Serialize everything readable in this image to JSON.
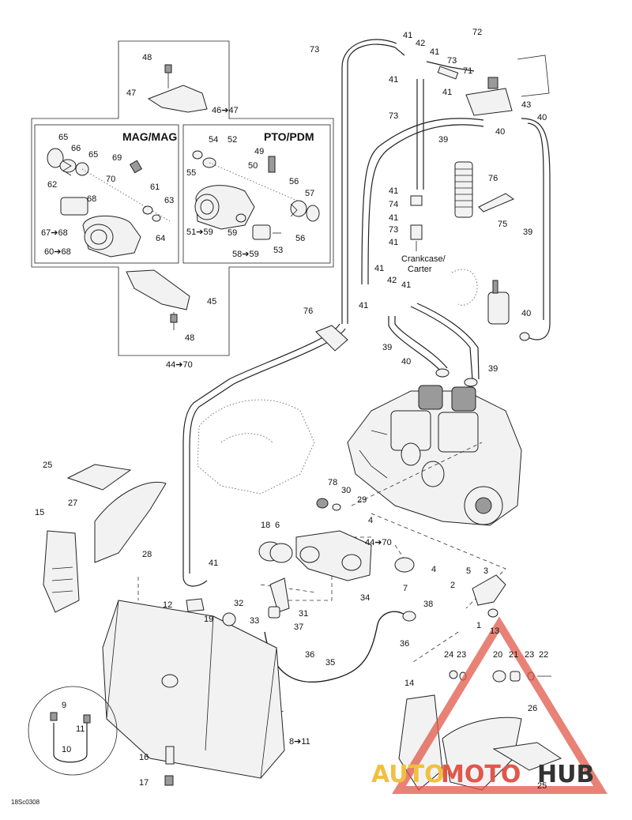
{
  "boxes": {
    "mag": "MAG/MAG",
    "pto": "PTO/PDM"
  },
  "notes": {
    "crankcase_line1": "Crankcase/",
    "crankcase_line2": "Carter"
  },
  "drawing_code": "18Sc0308",
  "watermark": {
    "part1": "AUTO",
    "part2": "MOTO",
    "part3": "HUB",
    "color_red": "#e0584a",
    "color_yellow": "#f0c040",
    "color_dark": "#333333"
  },
  "callouts": [
    {
      "id": "c73a",
      "text": "73"
    },
    {
      "id": "c41a",
      "text": "41"
    },
    {
      "id": "c42a",
      "text": "42"
    },
    {
      "id": "c41b",
      "text": "41"
    },
    {
      "id": "c73b",
      "text": "73"
    },
    {
      "id": "c72",
      "text": "72"
    },
    {
      "id": "c71",
      "text": "71"
    },
    {
      "id": "c41c",
      "text": "41"
    },
    {
      "id": "c41d",
      "text": "41"
    },
    {
      "id": "c43",
      "text": "43"
    },
    {
      "id": "c73c",
      "text": "73"
    },
    {
      "id": "c40a",
      "text": "40"
    },
    {
      "id": "c40b",
      "text": "40"
    },
    {
      "id": "c39a",
      "text": "39"
    },
    {
      "id": "c76a",
      "text": "76"
    },
    {
      "id": "c41e",
      "text": "41"
    },
    {
      "id": "c74",
      "text": "74"
    },
    {
      "id": "c41f",
      "text": "41"
    },
    {
      "id": "c73d",
      "text": "73"
    },
    {
      "id": "c41g",
      "text": "41"
    },
    {
      "id": "c75",
      "text": "75"
    },
    {
      "id": "c39b",
      "text": "39"
    },
    {
      "id": "c41h",
      "text": "41"
    },
    {
      "id": "c42b",
      "text": "42"
    },
    {
      "id": "c41i",
      "text": "41"
    },
    {
      "id": "c41j",
      "text": "41"
    },
    {
      "id": "c40c",
      "text": "40"
    },
    {
      "id": "c76b",
      "text": "76"
    },
    {
      "id": "c39c",
      "text": "39"
    },
    {
      "id": "c40d",
      "text": "40"
    },
    {
      "id": "c39d",
      "text": "39"
    },
    {
      "id": "c48a",
      "text": "48"
    },
    {
      "id": "c47",
      "text": "47"
    },
    {
      "id": "c4647",
      "text": "46➔47"
    },
    {
      "id": "c65a",
      "text": "65"
    },
    {
      "id": "c66",
      "text": "66"
    },
    {
      "id": "c65b",
      "text": "65"
    },
    {
      "id": "c69",
      "text": "69"
    },
    {
      "id": "c70",
      "text": "70"
    },
    {
      "id": "c62",
      "text": "62"
    },
    {
      "id": "c68a",
      "text": "68"
    },
    {
      "id": "c61",
      "text": "61"
    },
    {
      "id": "c63",
      "text": "63"
    },
    {
      "id": "c6768",
      "text": "67➔68"
    },
    {
      "id": "c64",
      "text": "64"
    },
    {
      "id": "c6068",
      "text": "60➔68"
    },
    {
      "id": "c54",
      "text": "54"
    },
    {
      "id": "c52",
      "text": "52"
    },
    {
      "id": "c55",
      "text": "55"
    },
    {
      "id": "c49",
      "text": "49"
    },
    {
      "id": "c50",
      "text": "50"
    },
    {
      "id": "c56a",
      "text": "56"
    },
    {
      "id": "c57",
      "text": "57"
    },
    {
      "id": "c5159",
      "text": "51➔59"
    },
    {
      "id": "c59",
      "text": "59"
    },
    {
      "id": "c56b",
      "text": "56"
    },
    {
      "id": "c5859",
      "text": "58➔59"
    },
    {
      "id": "c53",
      "text": "53"
    },
    {
      "id": "c45",
      "text": "45"
    },
    {
      "id": "c48b",
      "text": "48"
    },
    {
      "id": "c4470a",
      "text": "44➔70"
    },
    {
      "id": "c25a",
      "text": "25"
    },
    {
      "id": "c27",
      "text": "27"
    },
    {
      "id": "c15",
      "text": "15"
    },
    {
      "id": "c78",
      "text": "78"
    },
    {
      "id": "c30",
      "text": "30"
    },
    {
      "id": "c29",
      "text": "29"
    },
    {
      "id": "c4a",
      "text": "4"
    },
    {
      "id": "c18",
      "text": "18"
    },
    {
      "id": "c6",
      "text": "6"
    },
    {
      "id": "c4470b",
      "text": "44➔70"
    },
    {
      "id": "c28",
      "text": "28"
    },
    {
      "id": "c41k",
      "text": "41"
    },
    {
      "id": "c4b",
      "text": "4"
    },
    {
      "id": "c5",
      "text": "5"
    },
    {
      "id": "c3",
      "text": "3"
    },
    {
      "id": "c2",
      "text": "2"
    },
    {
      "id": "c7",
      "text": "7"
    },
    {
      "id": "c12",
      "text": "12"
    },
    {
      "id": "c32",
      "text": "32"
    },
    {
      "id": "c19",
      "text": "19"
    },
    {
      "id": "c33",
      "text": "33"
    },
    {
      "id": "c31",
      "text": "31"
    },
    {
      "id": "c34",
      "text": "34"
    },
    {
      "id": "c38",
      "text": "38"
    },
    {
      "id": "c37",
      "text": "37"
    },
    {
      "id": "c1",
      "text": "1"
    },
    {
      "id": "c13",
      "text": "13"
    },
    {
      "id": "c36a",
      "text": "36"
    },
    {
      "id": "c36b",
      "text": "36"
    },
    {
      "id": "c35",
      "text": "35"
    },
    {
      "id": "c24",
      "text": "24"
    },
    {
      "id": "c23a",
      "text": "23"
    },
    {
      "id": "c20",
      "text": "20"
    },
    {
      "id": "c21",
      "text": "21"
    },
    {
      "id": "c23b",
      "text": "23"
    },
    {
      "id": "c22",
      "text": "22"
    },
    {
      "id": "c9",
      "text": "9"
    },
    {
      "id": "c11",
      "text": "11"
    },
    {
      "id": "c10",
      "text": "10"
    },
    {
      "id": "c14",
      "text": "14"
    },
    {
      "id": "c26",
      "text": "26"
    },
    {
      "id": "c811",
      "text": "8➔11"
    },
    {
      "id": "c16",
      "text": "16"
    },
    {
      "id": "c17",
      "text": "17"
    },
    {
      "id": "c25b",
      "text": "25"
    }
  ]
}
